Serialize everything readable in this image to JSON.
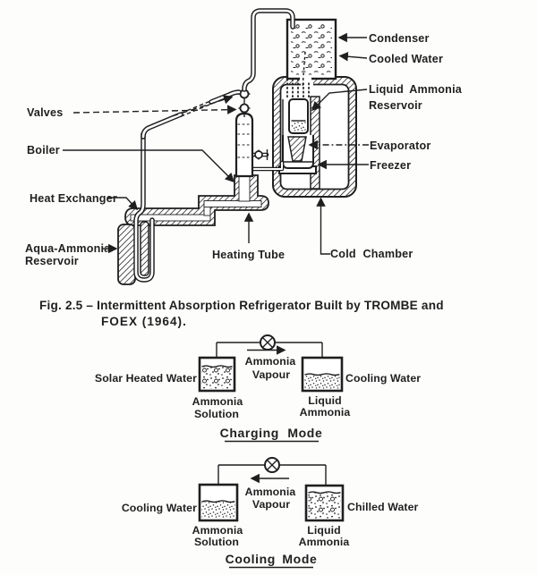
{
  "colors": {
    "ink": "#1f1f1f",
    "paper": "#fdfdfc"
  },
  "main_figure": {
    "caption": {
      "line1": "Fig. 2.5 – Intermittent Absorption Refrigerator Built by TROMBE and",
      "line2": "FOEX (1964)."
    },
    "labels": {
      "condenser": "Condenser",
      "cooled_water": "Cooled Water",
      "liquid_ammonia_reservoir": [
        "Liquid Ammonia",
        "Reservoir"
      ],
      "evaporator": "Evaporator",
      "freezer": "Freezer",
      "valves": "Valves",
      "boiler": "Boiler",
      "heat_exchanger": "Heat Exchanger",
      "aqua_ammonia_reservoir": [
        "Aqua-Ammonia",
        "Reservoir"
      ],
      "heating_tube": "Heating Tube",
      "cold_chamber": "Cold Chamber"
    }
  },
  "charging_mode": {
    "title": "Charging Mode",
    "valve_icon": "crossed-circle-valve",
    "flow": {
      "line1": "Ammonia",
      "line2": "Vapour",
      "direction": "right"
    },
    "left_vessel": {
      "outside_label": "Solar Heated Water",
      "content": [
        "Ammonia",
        "Solution"
      ]
    },
    "right_vessel": {
      "outside_label": "Cooling Water",
      "content": [
        "Liquid",
        "Ammonia"
      ]
    }
  },
  "cooling_mode": {
    "title": "Cooling Mode",
    "valve_icon": "crossed-circle-valve",
    "flow": {
      "line1": "Ammonia",
      "line2": "Vapour",
      "direction": "left"
    },
    "left_vessel": {
      "outside_label": "Cooling Water",
      "content": [
        "Ammonia",
        "Solution"
      ]
    },
    "right_vessel": {
      "outside_label": "Chilled Water",
      "content": [
        "Liquid",
        "Ammonia"
      ]
    }
  }
}
